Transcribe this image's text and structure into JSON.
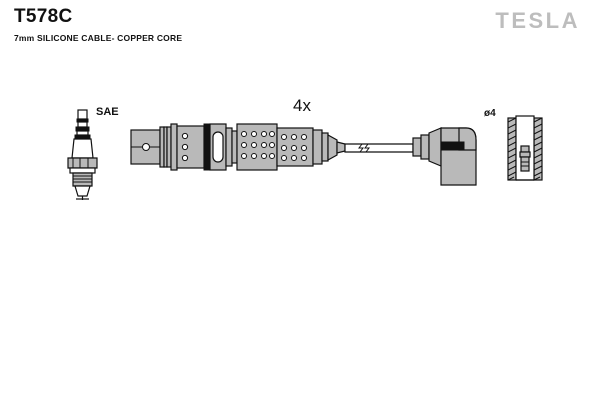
{
  "header": {
    "part_code": "T578C",
    "description": "7mm SILICONE CABLE- COPPER CORE",
    "brand": "TESLA",
    "brand_color": "#bdbdbd"
  },
  "drawing": {
    "title": "ignition-cable-set-exploded-view",
    "labels": {
      "spark_plug_standard": "SAE",
      "quantity": "4x",
      "terminal_diameter": "ø4"
    },
    "colors": {
      "outline": "#111111",
      "body_fill": "#b9b9b9",
      "highlight_fill": "#ffffff",
      "shadow_fill": "#8f8f8f",
      "accent_black": "#111111"
    },
    "components": [
      {
        "name": "spark-plug",
        "label": "SAE"
      },
      {
        "name": "straight-coil-connector-boot",
        "label": ""
      },
      {
        "name": "ignition-cable",
        "label": "4x"
      },
      {
        "name": "right-angle-spark-plug-boot",
        "label": ""
      },
      {
        "name": "terminal-sleeve-section",
        "label": "ø4"
      }
    ]
  }
}
